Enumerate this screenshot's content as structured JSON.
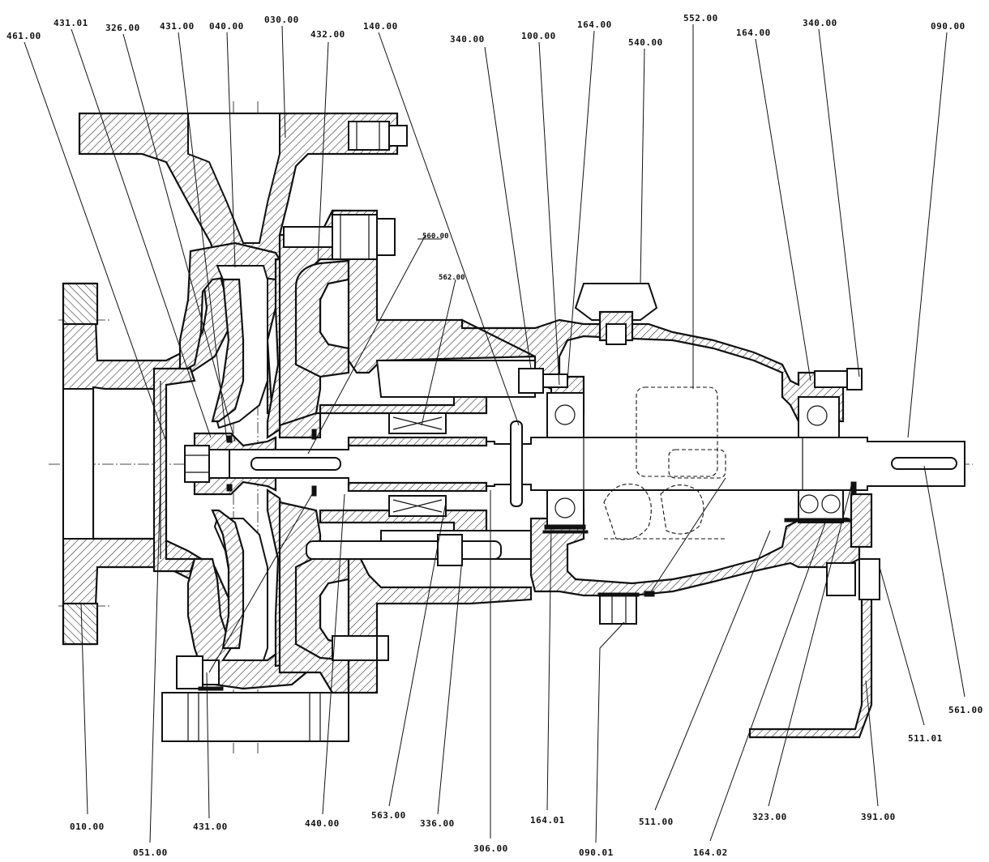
{
  "labels": {
    "l461_00": "461.00",
    "l431_01": "431.01",
    "l326_00": "326.00",
    "l431_00_top": "431.00",
    "l040_00": "040.00",
    "l030_00": "030.00",
    "l432_00": "432.00",
    "l140_00": "140.00",
    "l340_00_a": "340.00",
    "l100_00": "100.00",
    "l164_00_a": "164.00",
    "l540_00": "540.00",
    "l552_00": "552.00",
    "l164_00_b": "164.00",
    "l340_00_b": "340.00",
    "l090_00": "090.00",
    "l560_00": "560.00",
    "l562_00": "562.00",
    "l010_00": "010.00",
    "l051_00": "051.00",
    "l431_00_bot": "431.00",
    "l440_00": "440.00",
    "l563_00": "563.00",
    "l336_00": "336.00",
    "l306_00": "306.00",
    "l164_01": "164.01",
    "l090_01": "090.01",
    "l511_00": "511.00",
    "l164_02": "164.02",
    "l323_00": "323.00",
    "l391_00": "391.00",
    "l511_01": "511.01",
    "l561_00": "561.00"
  }
}
